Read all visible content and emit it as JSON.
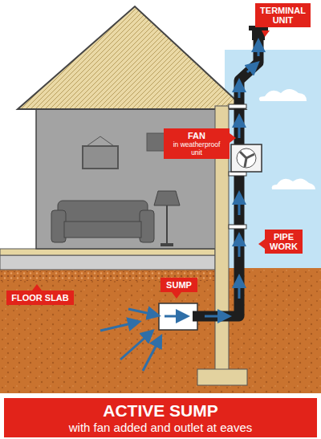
{
  "diagram": {
    "nodes": [
      {
        "text": [
          "TERMINAL UNIT"
        ]
      },
      {
        "text": [
          "FAN",
          "in weatherproof unit"
        ]
      },
      {
        "text": [
          "PIPE WORK"
        ]
      },
      {
        "text": [
          "SUMP"
        ]
      },
      {
        "text": [
          "FLOOR SLAB"
        ]
      },
      {
        "text": [
          "ACTIVE SUMP",
          "with fan added and outlet at eaves"
        ]
      }
    ]
  }
}
